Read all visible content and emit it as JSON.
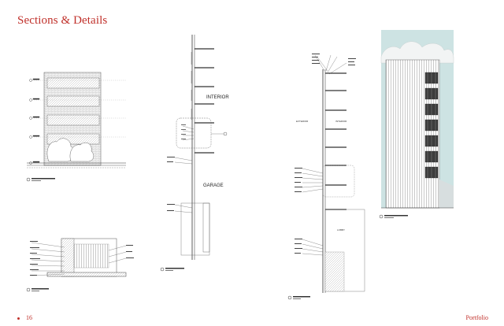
{
  "page": {
    "title": "Sections & Details",
    "page_number": "16",
    "footer_label": "Portfolio"
  },
  "drawings": {
    "wall_section_left_labels": [
      "INTERIOR",
      "GARAGE"
    ],
    "wall_section_right_labels": [
      "EXTERIOR",
      "INTERIOR"
    ],
    "lobby_label": "LOBBY"
  },
  "colors": {
    "accent": "#c0302a",
    "line": "#444444",
    "sky": "#cde3e3"
  }
}
